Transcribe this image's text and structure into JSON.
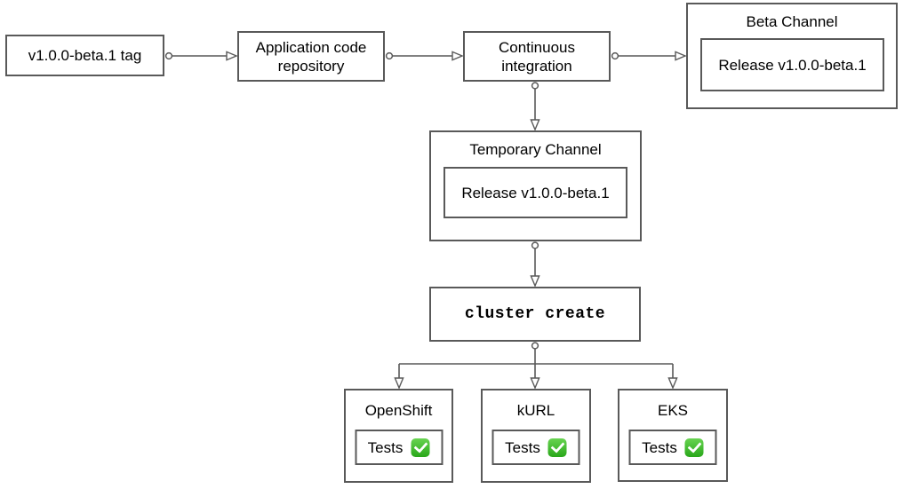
{
  "colors": {
    "stroke": "#595959",
    "text": "#000000",
    "background": "#ffffff",
    "check_green_top": "#68d351",
    "check_green_bottom": "#28a719",
    "check_mark": "#ffffff"
  },
  "nodes": {
    "tag": {
      "label": "v1.0.0-beta.1 tag"
    },
    "repository": {
      "label": "Application code repository",
      "lines": [
        "Application code",
        "repository"
      ]
    },
    "ci": {
      "label": "Continuous integration",
      "lines": [
        "Continuous",
        "integration"
      ]
    },
    "beta_channel": {
      "title": "Beta Channel",
      "release_label": "Release v1.0.0-beta.1"
    },
    "temporary_channel": {
      "title": "Temporary Channel",
      "release_label": "Release v1.0.0-beta.1"
    },
    "cluster_create": {
      "label": "cluster create"
    },
    "platforms": [
      {
        "title": "OpenShift",
        "tests_label": "Tests",
        "tests_passed": true,
        "status_icon": "check-mark-button"
      },
      {
        "title": "kURL",
        "tests_label": "Tests",
        "tests_passed": true,
        "status_icon": "check-mark-button"
      },
      {
        "title": "EKS",
        "tests_label": "Tests",
        "tests_passed": true,
        "status_icon": "check-mark-button"
      }
    ]
  },
  "edges": [
    {
      "from": "v1.0.0-beta.1 tag",
      "to": "Application code repository"
    },
    {
      "from": "Application code repository",
      "to": "Continuous integration"
    },
    {
      "from": "Continuous integration",
      "to": "Beta Channel"
    },
    {
      "from": "Continuous integration",
      "to": "Temporary Channel"
    },
    {
      "from": "Temporary Channel",
      "to": "cluster create"
    },
    {
      "from": "cluster create",
      "to": "OpenShift"
    },
    {
      "from": "cluster create",
      "to": "kURL"
    },
    {
      "from": "cluster create",
      "to": "EKS"
    }
  ]
}
